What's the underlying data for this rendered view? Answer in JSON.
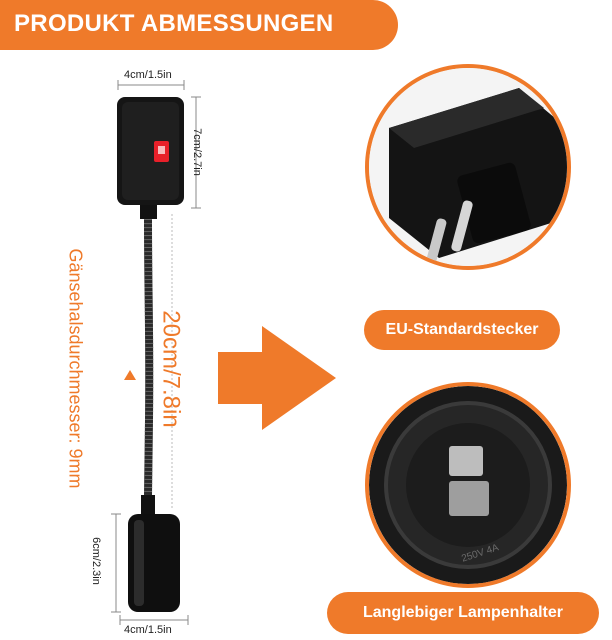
{
  "banner": {
    "title": "PRODUKT ABMESSUNGEN"
  },
  "dimensions": {
    "switch_width": "4cm/1.5in",
    "switch_height": "7cm/2.7in",
    "gooseneck_length": "20cm/7.8in",
    "gooseneck_diameter": "Gänsehalsdurchmesser: 9mm",
    "holder_height": "6cm/2.3in",
    "holder_width": "4cm/1.5in"
  },
  "features": [
    {
      "label": "EU-Standardstecker"
    },
    {
      "label": "Langlebiger Lampenhalter"
    }
  ],
  "holder_marking": "250V 4A",
  "colors": {
    "accent": "#ef7a2a",
    "switch_red": "#e8202a"
  }
}
